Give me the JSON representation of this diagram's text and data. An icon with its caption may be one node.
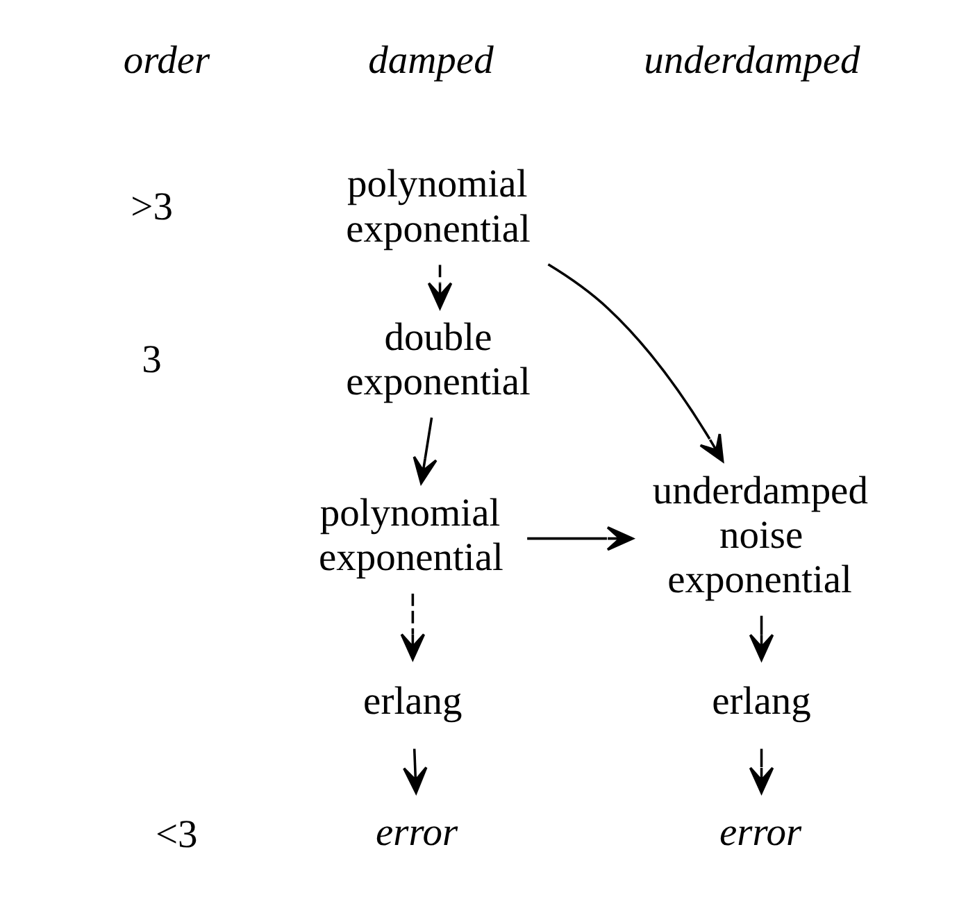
{
  "diagram": {
    "nodes": [
      {
        "text": [
          "polynomial exponential"
        ]
      },
      {
        "text": [
          "double exponential"
        ]
      },
      {
        "text": [
          "polynomial exponential"
        ]
      },
      {
        "text": [
          "erlang"
        ]
      },
      {
        "text": [
          "error"
        ]
      },
      {
        "text": [
          "underdamped noise exponential"
        ]
      },
      {
        "text": [
          "erlang"
        ]
      },
      {
        "text": [
          "error"
        ]
      }
    ],
    "edges": [
      {
        "from": 0,
        "to": 1,
        "arrow": "to",
        "style": "dashed"
      },
      {
        "from": 0,
        "to": 5,
        "arrow": "to"
      },
      {
        "from": 1,
        "to": 2,
        "arrow": "to"
      },
      {
        "from": 2,
        "to": 5,
        "arrow": "to"
      },
      {
        "from": 2,
        "to": 3,
        "arrow": "to",
        "style": "dashed"
      },
      {
        "from": 3,
        "to": 4,
        "arrow": "to"
      },
      {
        "from": 5,
        "to": 6,
        "arrow": "to"
      },
      {
        "from": 6,
        "to": 7,
        "arrow": "to"
      }
    ],
    "labels": [
      "order",
      "damped",
      "underdamped",
      ">3",
      "3",
      "<3"
    ]
  }
}
